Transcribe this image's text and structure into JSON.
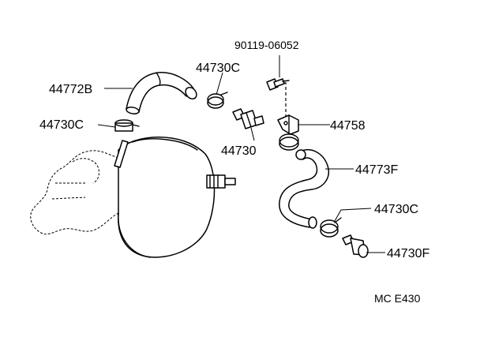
{
  "labels": {
    "p90119": "90119-06052",
    "p44730C_top": "44730C",
    "p44772B": "44772B",
    "p44730C_left": "44730C",
    "p44758": "44758",
    "p44730": "44730",
    "p44773F": "44773F",
    "p44730C_right": "44730C",
    "p44730F": "44730F",
    "code": "MC E430"
  }
}
